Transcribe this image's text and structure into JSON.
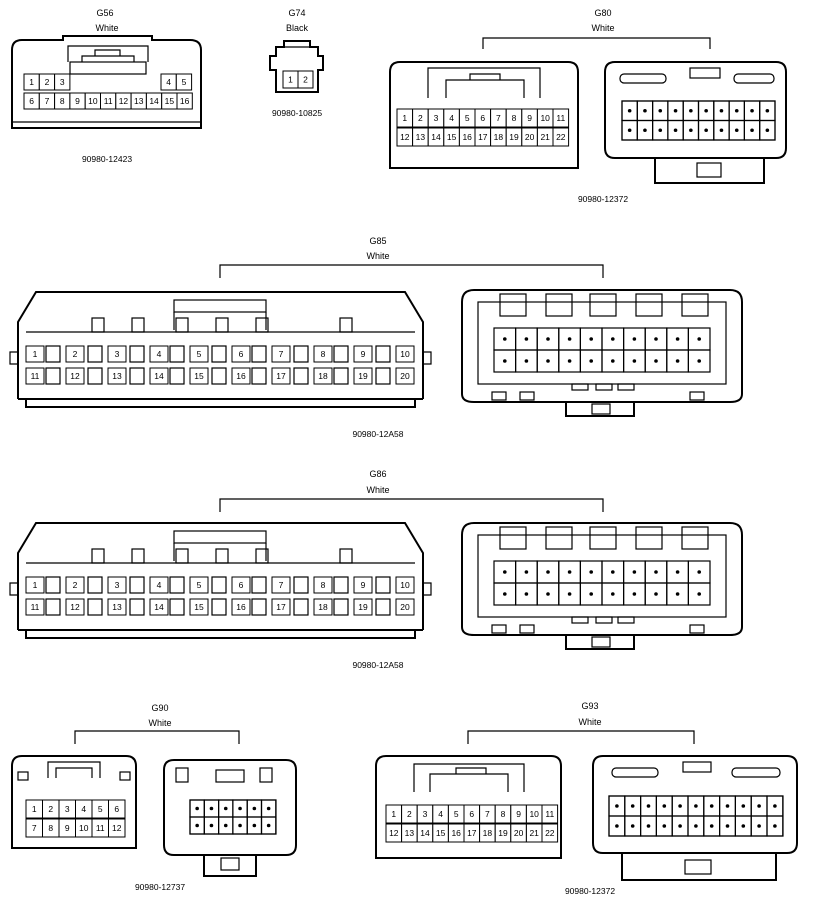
{
  "connectors": [
    {
      "id": "G56",
      "color": "White",
      "part": "90980-12423",
      "pins_top": [
        "1",
        "2",
        "3",
        "",
        "",
        "",
        "",
        "",
        "",
        "",
        "",
        "",
        "4",
        "5"
      ],
      "pins_bottom": [
        "6",
        "7",
        "8",
        "9",
        "10",
        "11",
        "12",
        "13",
        "14",
        "15",
        "16"
      ]
    },
    {
      "id": "G74",
      "color": "Black",
      "part": "90980-10825",
      "pins": [
        "1",
        "2"
      ]
    },
    {
      "id": "G80",
      "color": "White",
      "part": "90980-12372",
      "pins_top": [
        "1",
        "2",
        "3",
        "4",
        "5",
        "6",
        "7",
        "8",
        "9",
        "10",
        "11"
      ],
      "pins_bottom": [
        "12",
        "13",
        "14",
        "15",
        "16",
        "17",
        "18",
        "19",
        "20",
        "21",
        "22"
      ]
    },
    {
      "id": "G85",
      "color": "White",
      "part": "90980-12A58",
      "pins_top": [
        "1",
        "2",
        "3",
        "4",
        "5",
        "6",
        "7",
        "8",
        "9",
        "10"
      ],
      "pins_bottom": [
        "11",
        "12",
        "13",
        "14",
        "15",
        "16",
        "17",
        "18",
        "19",
        "20"
      ]
    },
    {
      "id": "G86",
      "color": "White",
      "part": "90980-12A58",
      "pins_top": [
        "1",
        "2",
        "3",
        "4",
        "5",
        "6",
        "7",
        "8",
        "9",
        "10"
      ],
      "pins_bottom": [
        "11",
        "12",
        "13",
        "14",
        "15",
        "16",
        "17",
        "18",
        "19",
        "20"
      ]
    },
    {
      "id": "G90",
      "color": "White",
      "part": "90980-12737",
      "pins_top": [
        "1",
        "2",
        "3",
        "4",
        "5",
        "6"
      ],
      "pins_bottom": [
        "7",
        "8",
        "9",
        "10",
        "11",
        "12"
      ]
    },
    {
      "id": "G93",
      "color": "White",
      "part": "90980-12372",
      "pins_top": [
        "1",
        "2",
        "3",
        "4",
        "5",
        "6",
        "7",
        "8",
        "9",
        "10",
        "11"
      ],
      "pins_bottom": [
        "12",
        "13",
        "14",
        "15",
        "16",
        "17",
        "18",
        "19",
        "20",
        "21",
        "22"
      ]
    }
  ]
}
